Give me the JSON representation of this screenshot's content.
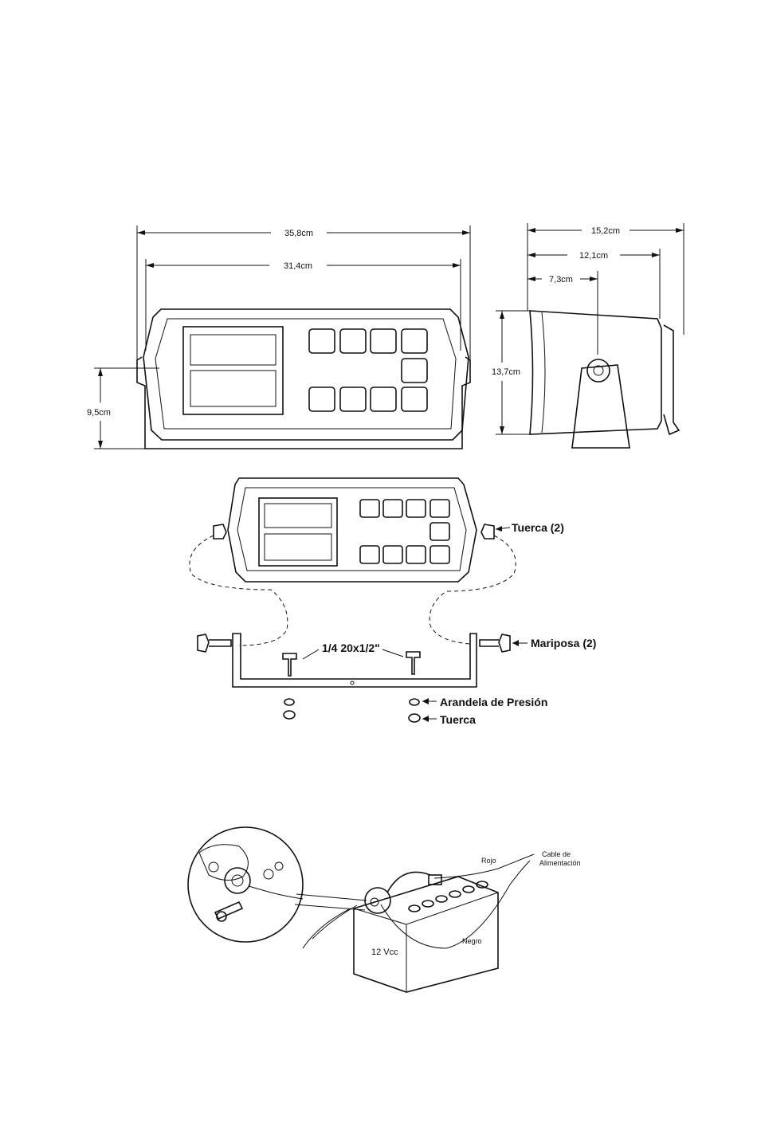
{
  "front_view": {
    "dimensions": {
      "overall_width": "35,8cm",
      "inner_width": "31,4cm",
      "mount_height": "9,5cm"
    }
  },
  "side_view": {
    "dimensions": {
      "overall_depth": "15,2cm",
      "body_depth": "12,1cm",
      "pivot_depth": "7,3cm",
      "height": "13,7cm"
    }
  },
  "mounting": {
    "labels": {
      "nut_top": "Tuerca (2)",
      "wing_nut": "Mariposa (2)",
      "screw": "1/4  20x1/2\"",
      "lock_washer": "Arandela de Presión",
      "nut_bottom": "Tuerca"
    }
  },
  "battery": {
    "labels": {
      "red": "Rojo",
      "power_cable": "Cable de Alimentación",
      "black": "Negro",
      "voltage": "12 Vcc"
    }
  }
}
